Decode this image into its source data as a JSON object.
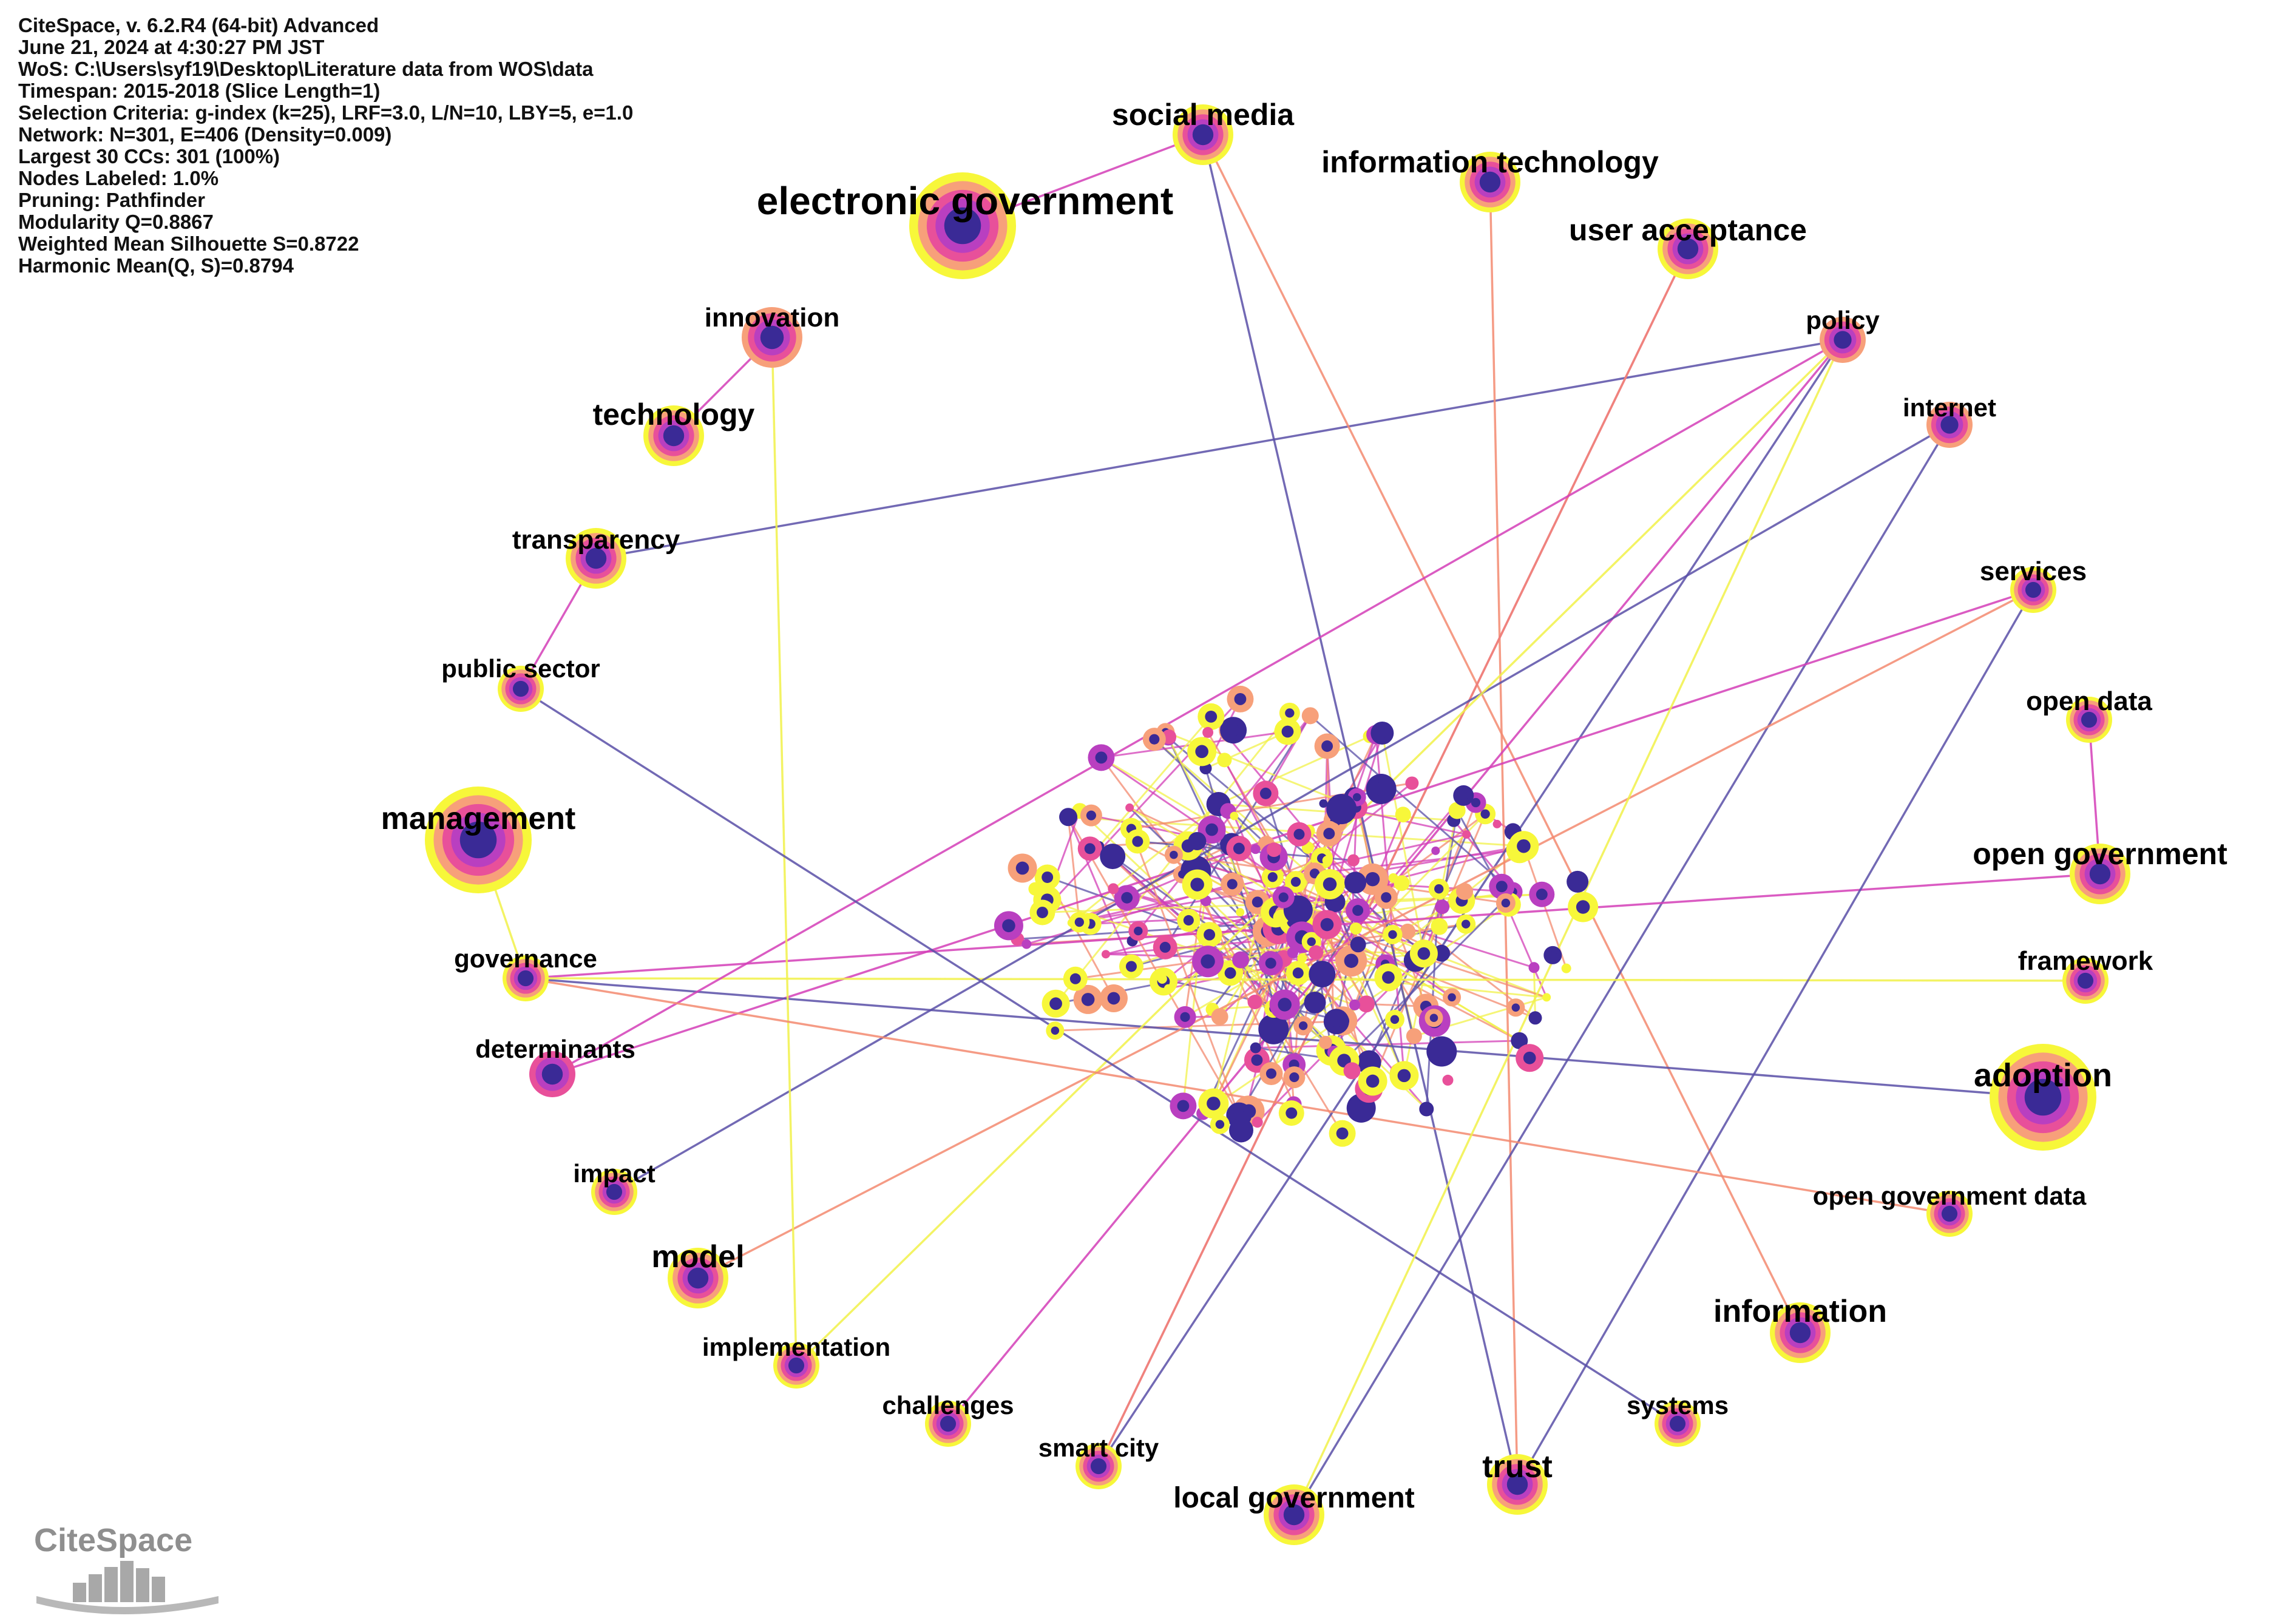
{
  "info": {
    "lines": [
      "CiteSpace, v. 6.2.R4 (64-bit) Advanced",
      "June 21, 2024 at 4:30:27 PM JST",
      "WoS: C:\\Users\\syf19\\Desktop\\Literature data from WOS\\data",
      "Timespan: 2015-2018 (Slice Length=1)",
      "Selection Criteria: g-index (k=25), LRF=3.0, L/N=10, LBY=5, e=1.0",
      "Network: N=301, E=406 (Density=0.009)",
      "Largest 30 CCs: 301 (100%)",
      "Nodes Labeled: 1.0%",
      "Pruning: Pathfinder",
      "Modularity Q=0.8867",
      "Weighted Mean Silhouette S=0.8722",
      "Harmonic Mean(Q, S)=0.8794"
    ]
  },
  "colors": {
    "ring_outer": "#f7f73a",
    "ring_2": "#f7a07a",
    "ring_3": "#e8509a",
    "ring_4": "#b93fc0",
    "core": "#3a2a96",
    "edge_purple": "#5a50a8",
    "edge_magenta": "#d43fb8",
    "edge_salmon": "#f48a70",
    "edge_yellow": "#f2f24a"
  },
  "logo": {
    "text": "CiteSpace",
    "icon": "citespace-logo-icon"
  },
  "nodes": [
    {
      "id": "electronic-government",
      "label": "electronic government",
      "size": 3,
      "rings": 5
    },
    {
      "id": "social-media",
      "label": "social media",
      "size": 2,
      "rings": 5
    },
    {
      "id": "information-technology",
      "label": "information technology",
      "size": 2,
      "rings": 5
    },
    {
      "id": "user-acceptance",
      "label": "user acceptance",
      "size": 2,
      "rings": 5
    },
    {
      "id": "innovation",
      "label": "innovation",
      "size": 2,
      "rings": 4
    },
    {
      "id": "technology",
      "label": "technology",
      "size": 2,
      "rings": 5
    },
    {
      "id": "policy",
      "label": "policy",
      "size": 1,
      "rings": 4
    },
    {
      "id": "internet",
      "label": "internet",
      "size": 1,
      "rings": 4
    },
    {
      "id": "transparency",
      "label": "transparency",
      "size": 2,
      "rings": 5
    },
    {
      "id": "services",
      "label": "services",
      "size": 1,
      "rings": 5
    },
    {
      "id": "public-sector",
      "label": "public sector",
      "size": 1,
      "rings": 5
    },
    {
      "id": "open-data",
      "label": "open data",
      "size": 1,
      "rings": 5
    },
    {
      "id": "management",
      "label": "management",
      "size": 3,
      "rings": 5
    },
    {
      "id": "open-government",
      "label": "open government",
      "size": 2,
      "rings": 5
    },
    {
      "id": "governance",
      "label": "governance",
      "size": 1,
      "rings": 5
    },
    {
      "id": "framework",
      "label": "framework",
      "size": 1,
      "rings": 5
    },
    {
      "id": "determinants",
      "label": "determinants",
      "size": 1,
      "rings": 3
    },
    {
      "id": "adoption",
      "label": "adoption",
      "size": 3,
      "rings": 5
    },
    {
      "id": "impact",
      "label": "impact",
      "size": 1,
      "rings": 5
    },
    {
      "id": "open-government-data",
      "label": "open government data",
      "size": 1,
      "rings": 5
    },
    {
      "id": "model",
      "label": "model",
      "size": 2,
      "rings": 5
    },
    {
      "id": "information",
      "label": "information",
      "size": 2,
      "rings": 5
    },
    {
      "id": "implementation",
      "label": "implementation",
      "size": 1,
      "rings": 5
    },
    {
      "id": "challenges",
      "label": "challenges",
      "size": 1,
      "rings": 5
    },
    {
      "id": "smart-city",
      "label": "smart city",
      "size": 1,
      "rings": 5
    },
    {
      "id": "systems",
      "label": "systems",
      "size": 1,
      "rings": 5
    },
    {
      "id": "trust",
      "label": "trust",
      "size": 2,
      "rings": 5
    },
    {
      "id": "local-government",
      "label": "local government",
      "size": 2,
      "rings": 5
    }
  ],
  "edges": [
    {
      "from": "electronic-government",
      "to": "social-media",
      "color": "edge_magenta"
    },
    {
      "from": "innovation",
      "to": "technology",
      "color": "edge_magenta"
    },
    {
      "from": "management",
      "to": "governance",
      "color": "edge_yellow"
    },
    {
      "from": "open-data",
      "to": "open-government",
      "color": "edge_magenta"
    },
    {
      "from": "transparency",
      "to": "policy",
      "color": "edge_purple"
    },
    {
      "from": "social-media",
      "to": "trust",
      "color": "edge_purple"
    },
    {
      "from": "social-media",
      "to": "information",
      "color": "edge_salmon"
    },
    {
      "from": "information-technology",
      "to": "trust",
      "color": "edge_salmon"
    },
    {
      "from": "user-acceptance",
      "to": "smart-city",
      "color": "edge_magenta"
    },
    {
      "from": "user-acceptance",
      "to": "smart-city",
      "color": "edge_salmon"
    },
    {
      "from": "policy",
      "to": "smart-city",
      "color": "edge_purple"
    },
    {
      "from": "policy",
      "to": "challenges",
      "color": "edge_magenta"
    },
    {
      "from": "internet",
      "to": "local-government",
      "color": "edge_purple"
    },
    {
      "from": "services",
      "to": "determinants",
      "color": "edge_magenta"
    },
    {
      "from": "governance",
      "to": "adoption",
      "color": "edge_purple"
    },
    {
      "from": "governance",
      "to": "open-government",
      "color": "edge_magenta"
    },
    {
      "from": "governance",
      "to": "framework",
      "color": "edge_yellow"
    },
    {
      "from": "determinants",
      "to": "policy",
      "color": "edge_magenta"
    },
    {
      "from": "impact",
      "to": "internet",
      "color": "edge_purple"
    },
    {
      "from": "model",
      "to": "services",
      "color": "edge_salmon"
    },
    {
      "from": "implementation",
      "to": "policy",
      "color": "edge_yellow"
    },
    {
      "from": "implementation",
      "to": "innovation",
      "color": "edge_yellow"
    },
    {
      "from": "systems",
      "to": "public-sector",
      "color": "edge_purple"
    },
    {
      "from": "trust",
      "to": "services",
      "color": "edge_purple"
    },
    {
      "from": "open-government-data",
      "to": "governance",
      "color": "edge_salmon"
    },
    {
      "from": "local-government",
      "to": "policy",
      "color": "edge_yellow"
    },
    {
      "from": "public-sector",
      "to": "transparency",
      "color": "edge_magenta"
    }
  ]
}
